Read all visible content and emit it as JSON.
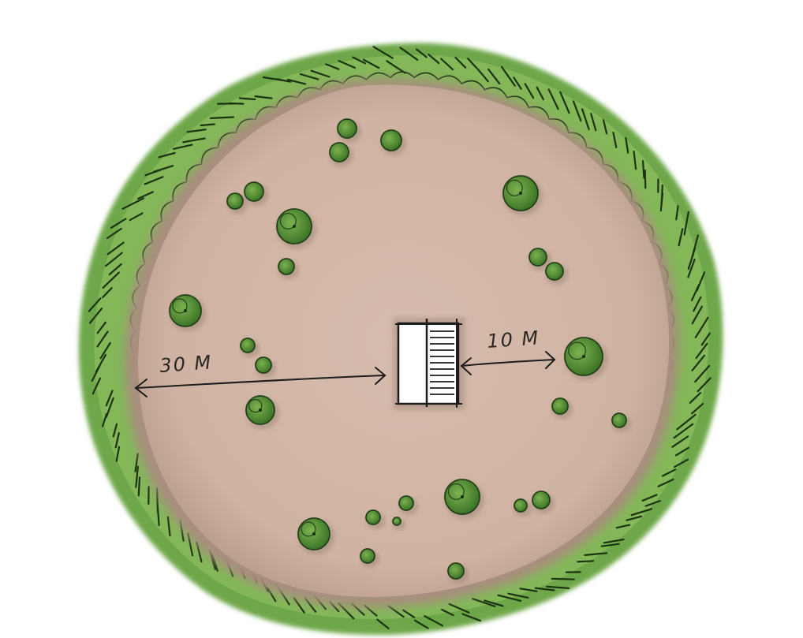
{
  "map": {
    "labels": {
      "left_distance": "30 M",
      "right_distance": "10 M"
    },
    "colors": {
      "clearing": "#d3b7a7",
      "forest_edge": "#6fa44a",
      "forest_dark": "#3f7a2a",
      "forest_light": "#9bc46a",
      "bush": "#5f9a3c",
      "bush_dark": "#2f5f1e",
      "ink": "#1d1d1d",
      "structure_fill": "#ffffff"
    },
    "features": [
      "forest-ring",
      "clearing",
      "hunting-stand",
      "bush"
    ]
  }
}
